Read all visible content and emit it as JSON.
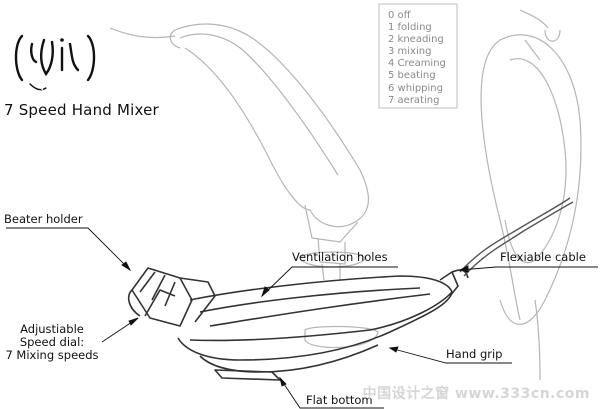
{
  "brand": {
    "logo_text": "{ti!r}"
  },
  "title": "7 Speed Hand Mixer",
  "speeds": [
    "0 off",
    "1 folding",
    "2 kneading",
    "3 mixing",
    "4 Creaming",
    "5 beating",
    "6 whipping",
    "7 aerating"
  ],
  "callouts": {
    "beater_holder": "Beater holder",
    "ventilation_holes": "Ventilation holes",
    "flexible_cable": "Flexiable cable",
    "speed_dial": [
      "Adjustiable",
      "Speed dial:",
      "7 Mixing speeds"
    ],
    "hand_grip": "Hand grip",
    "flat_bottom": "Flat bottom"
  },
  "watermark": "中国设计之窗 www.333cn.com",
  "colors": {
    "line": "#333333",
    "light_line": "#b5b5b5",
    "text": "#111111"
  }
}
